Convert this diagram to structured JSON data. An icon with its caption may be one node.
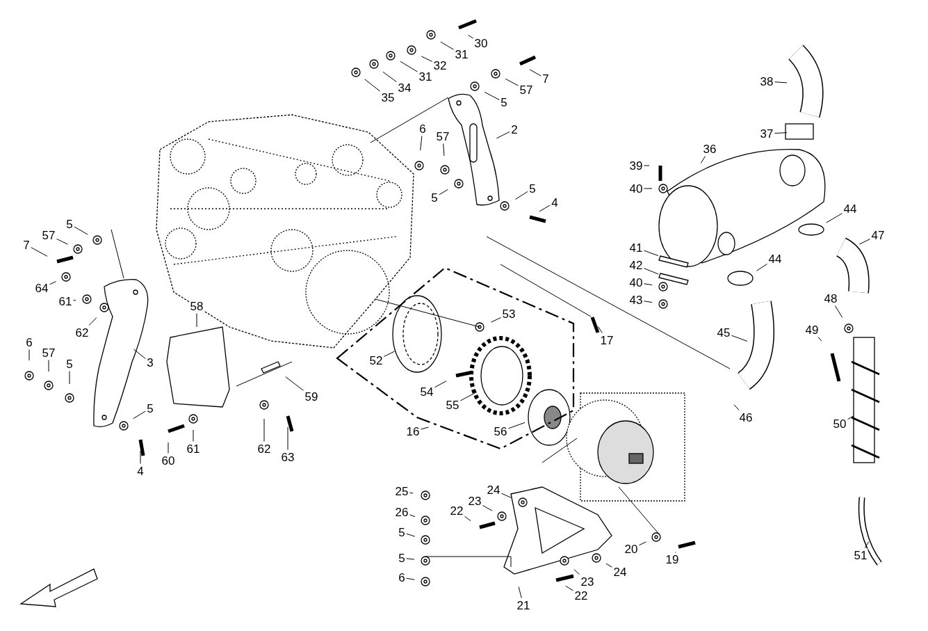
{
  "diagram": {
    "nodes": [
      {
        "text": [
          "30"
        ]
      },
      {
        "text": [
          "31"
        ]
      },
      {
        "text": [
          "32"
        ]
      },
      {
        "text": [
          "31"
        ]
      },
      {
        "text": [
          "34"
        ]
      },
      {
        "text": [
          "35"
        ]
      },
      {
        "text": [
          "7"
        ]
      },
      {
        "text": [
          "57"
        ]
      },
      {
        "text": [
          "5"
        ]
      },
      {
        "text": [
          "2"
        ]
      },
      {
        "text": [
          "6"
        ]
      },
      {
        "text": [
          "57"
        ]
      },
      {
        "text": [
          "5"
        ]
      },
      {
        "text": [
          "5"
        ]
      },
      {
        "text": [
          "4"
        ]
      },
      {
        "text": [
          "38"
        ]
      },
      {
        "text": [
          "37"
        ]
      },
      {
        "text": [
          "36"
        ]
      },
      {
        "text": [
          "39"
        ]
      },
      {
        "text": [
          "40"
        ]
      },
      {
        "text": [
          "44"
        ]
      },
      {
        "text": [
          "47"
        ]
      },
      {
        "text": [
          "41"
        ]
      },
      {
        "text": [
          "42"
        ]
      },
      {
        "text": [
          "40"
        ]
      },
      {
        "text": [
          "43"
        ]
      },
      {
        "text": [
          "44"
        ]
      },
      {
        "text": [
          "48"
        ]
      },
      {
        "text": [
          "45"
        ]
      },
      {
        "text": [
          "49"
        ]
      },
      {
        "text": [
          "46"
        ]
      },
      {
        "text": [
          "50"
        ]
      },
      {
        "text": [
          "51"
        ]
      },
      {
        "text": [
          "5"
        ]
      },
      {
        "text": [
          "57"
        ]
      },
      {
        "text": [
          "7"
        ]
      },
      {
        "text": [
          "64"
        ]
      },
      {
        "text": [
          "61"
        ]
      },
      {
        "text": [
          "62"
        ]
      },
      {
        "text": [
          "6"
        ]
      },
      {
        "text": [
          "57"
        ]
      },
      {
        "text": [
          "5"
        ]
      },
      {
        "text": [
          "3"
        ]
      },
      {
        "text": [
          "58"
        ]
      },
      {
        "text": [
          "5"
        ]
      },
      {
        "text": [
          "4"
        ]
      },
      {
        "text": [
          "60"
        ]
      },
      {
        "text": [
          "61"
        ]
      },
      {
        "text": [
          "59"
        ]
      },
      {
        "text": [
          "62"
        ]
      },
      {
        "text": [
          "63"
        ]
      },
      {
        "text": [
          "53"
        ]
      },
      {
        "text": [
          "17"
        ]
      },
      {
        "text": [
          "52"
        ]
      },
      {
        "text": [
          "54"
        ]
      },
      {
        "text": [
          "55"
        ]
      },
      {
        "text": [
          "56"
        ]
      },
      {
        "text": [
          "16"
        ]
      },
      {
        "text": [
          "25"
        ]
      },
      {
        "text": [
          "26"
        ]
      },
      {
        "text": [
          "5"
        ]
      },
      {
        "text": [
          "5"
        ]
      },
      {
        "text": [
          "6"
        ]
      },
      {
        "text": [
          "22"
        ]
      },
      {
        "text": [
          "23"
        ]
      },
      {
        "text": [
          "24"
        ]
      },
      {
        "text": [
          "20"
        ]
      },
      {
        "text": [
          "19"
        ]
      },
      {
        "text": [
          "24"
        ]
      },
      {
        "text": [
          "23"
        ]
      },
      {
        "text": [
          "22"
        ]
      },
      {
        "text": [
          "21"
        ]
      }
    ],
    "edges": [
      {
        "from": 0,
        "to": null,
        "arrow": "none"
      },
      {
        "from": 1,
        "to": null,
        "arrow": "none"
      },
      {
        "from": 2,
        "to": null,
        "arrow": "none"
      },
      {
        "from": 3,
        "to": null,
        "arrow": "none"
      },
      {
        "from": 4,
        "to": null,
        "arrow": "none"
      },
      {
        "from": 5,
        "to": null,
        "arrow": "none"
      },
      {
        "from": 6,
        "to": null,
        "arrow": "none"
      },
      {
        "from": 7,
        "to": null,
        "arrow": "none"
      },
      {
        "from": 8,
        "to": null,
        "arrow": "none"
      },
      {
        "from": 9,
        "to": null,
        "arrow": "none"
      },
      {
        "from": 10,
        "to": null,
        "arrow": "none"
      },
      {
        "from": 11,
        "to": null,
        "arrow": "none"
      },
      {
        "from": 12,
        "to": null,
        "arrow": "none"
      },
      {
        "from": 13,
        "to": null,
        "arrow": "none"
      },
      {
        "from": 14,
        "to": null,
        "arrow": "none"
      },
      {
        "from": 15,
        "to": null,
        "arrow": "none"
      },
      {
        "from": 16,
        "to": null,
        "arrow": "none"
      },
      {
        "from": 17,
        "to": null,
        "arrow": "none"
      },
      {
        "from": 18,
        "to": null,
        "arrow": "none"
      },
      {
        "from": 19,
        "to": null,
        "arrow": "none"
      },
      {
        "from": 20,
        "to": null,
        "arrow": "none"
      },
      {
        "from": 21,
        "to": null,
        "arrow": "none"
      },
      {
        "from": 22,
        "to": null,
        "arrow": "none"
      },
      {
        "from": 23,
        "to": null,
        "arrow": "none"
      },
      {
        "from": 24,
        "to": null,
        "arrow": "none"
      },
      {
        "from": 25,
        "to": null,
        "arrow": "none"
      },
      {
        "from": 26,
        "to": null,
        "arrow": "none"
      },
      {
        "from": 27,
        "to": null,
        "arrow": "none"
      },
      {
        "from": 28,
        "to": null,
        "arrow": "none"
      },
      {
        "from": 29,
        "to": null,
        "arrow": "none"
      },
      {
        "from": 30,
        "to": null,
        "arrow": "none"
      },
      {
        "from": 31,
        "to": null,
        "arrow": "none"
      },
      {
        "from": 32,
        "to": null,
        "arrow": "none"
      },
      {
        "from": 33,
        "to": null,
        "arrow": "none"
      },
      {
        "from": 34,
        "to": null,
        "arrow": "none"
      },
      {
        "from": 35,
        "to": null,
        "arrow": "none"
      },
      {
        "from": 36,
        "to": null,
        "arrow": "none"
      },
      {
        "from": 37,
        "to": null,
        "arrow": "none"
      },
      {
        "from": 38,
        "to": null,
        "arrow": "none"
      },
      {
        "from": 39,
        "to": null,
        "arrow": "none"
      },
      {
        "from": 40,
        "to": null,
        "arrow": "none"
      },
      {
        "from": 41,
        "to": null,
        "arrow": "none"
      },
      {
        "from": 42,
        "to": null,
        "arrow": "none"
      },
      {
        "from": 43,
        "to": null,
        "arrow": "none"
      },
      {
        "from": 44,
        "to": null,
        "arrow": "none"
      },
      {
        "from": 45,
        "to": null,
        "arrow": "none"
      },
      {
        "from": 46,
        "to": null,
        "arrow": "none"
      },
      {
        "from": 47,
        "to": null,
        "arrow": "none"
      },
      {
        "from": 48,
        "to": null,
        "arrow": "none"
      },
      {
        "from": 49,
        "to": null,
        "arrow": "none"
      },
      {
        "from": 50,
        "to": null,
        "arrow": "none"
      },
      {
        "from": 51,
        "to": null,
        "arrow": "none"
      },
      {
        "from": 52,
        "to": null,
        "arrow": "none"
      },
      {
        "from": 53,
        "to": null,
        "arrow": "none"
      },
      {
        "from": 54,
        "to": null,
        "arrow": "none"
      },
      {
        "from": 55,
        "to": null,
        "arrow": "none"
      },
      {
        "from": 56,
        "to": null,
        "arrow": "none"
      },
      {
        "from": 57,
        "to": null,
        "arrow": "none"
      },
      {
        "from": 58,
        "to": null,
        "arrow": "none"
      },
      {
        "from": 59,
        "to": null,
        "arrow": "none"
      },
      {
        "from": 60,
        "to": null,
        "arrow": "none"
      },
      {
        "from": 61,
        "to": null,
        "arrow": "none"
      },
      {
        "from": 62,
        "to": null,
        "arrow": "none"
      },
      {
        "from": 63,
        "to": null,
        "arrow": "none"
      },
      {
        "from": 64,
        "to": null,
        "arrow": "none"
      },
      {
        "from": 65,
        "to": null,
        "arrow": "none"
      },
      {
        "from": 66,
        "to": null,
        "arrow": "none"
      },
      {
        "from": 67,
        "to": null,
        "arrow": "none"
      },
      {
        "from": 68,
        "to": null,
        "arrow": "none"
      },
      {
        "from": 69,
        "to": null,
        "arrow": "none"
      },
      {
        "from": 70,
        "to": null,
        "arrow": "none"
      },
      {
        "from": 71,
        "to": null,
        "arrow": "none"
      }
    ]
  }
}
